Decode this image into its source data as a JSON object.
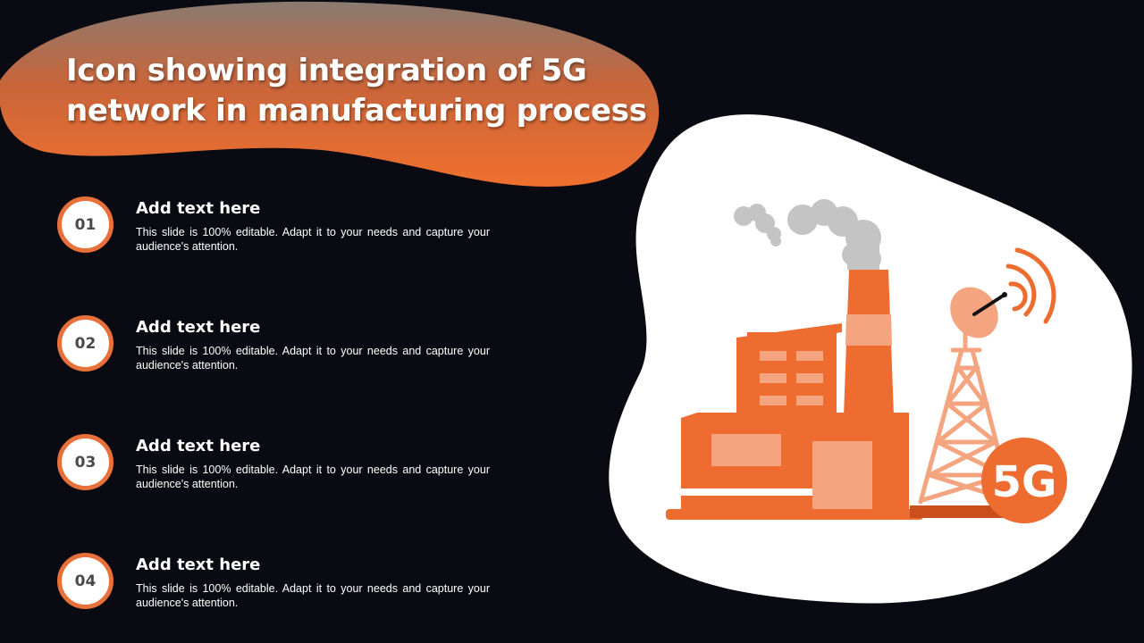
{
  "slide": {
    "title": "Icon showing integration of 5G network in manufacturing process",
    "colors": {
      "background": "#0a0b12",
      "accent": "#e8703a",
      "accent_light": "#f2a885",
      "smoke": "#c4c4c4"
    }
  },
  "items": [
    {
      "number": "01",
      "heading": "Add text here",
      "body": "This slide is 100% editable. Adapt it to your needs and capture your audience's attention."
    },
    {
      "number": "02",
      "heading": "Add text here",
      "body": "This slide is 100% editable. Adapt it to your needs and capture your audience's attention."
    },
    {
      "number": "03",
      "heading": "Add text here",
      "body": "This slide is 100% editable. Adapt it to your needs and capture your audience's attention."
    },
    {
      "number": "04",
      "heading": "Add text here",
      "body": "This slide is 100% editable. Adapt it to your needs and capture your audience's attention."
    }
  ],
  "illustration": {
    "icons": [
      "factory-icon",
      "smoke-icon",
      "chimney-icon",
      "satellite-dish-icon",
      "signal-waves-icon",
      "transmission-tower-icon",
      "5g-badge-icon"
    ],
    "badge_text": "5G"
  }
}
